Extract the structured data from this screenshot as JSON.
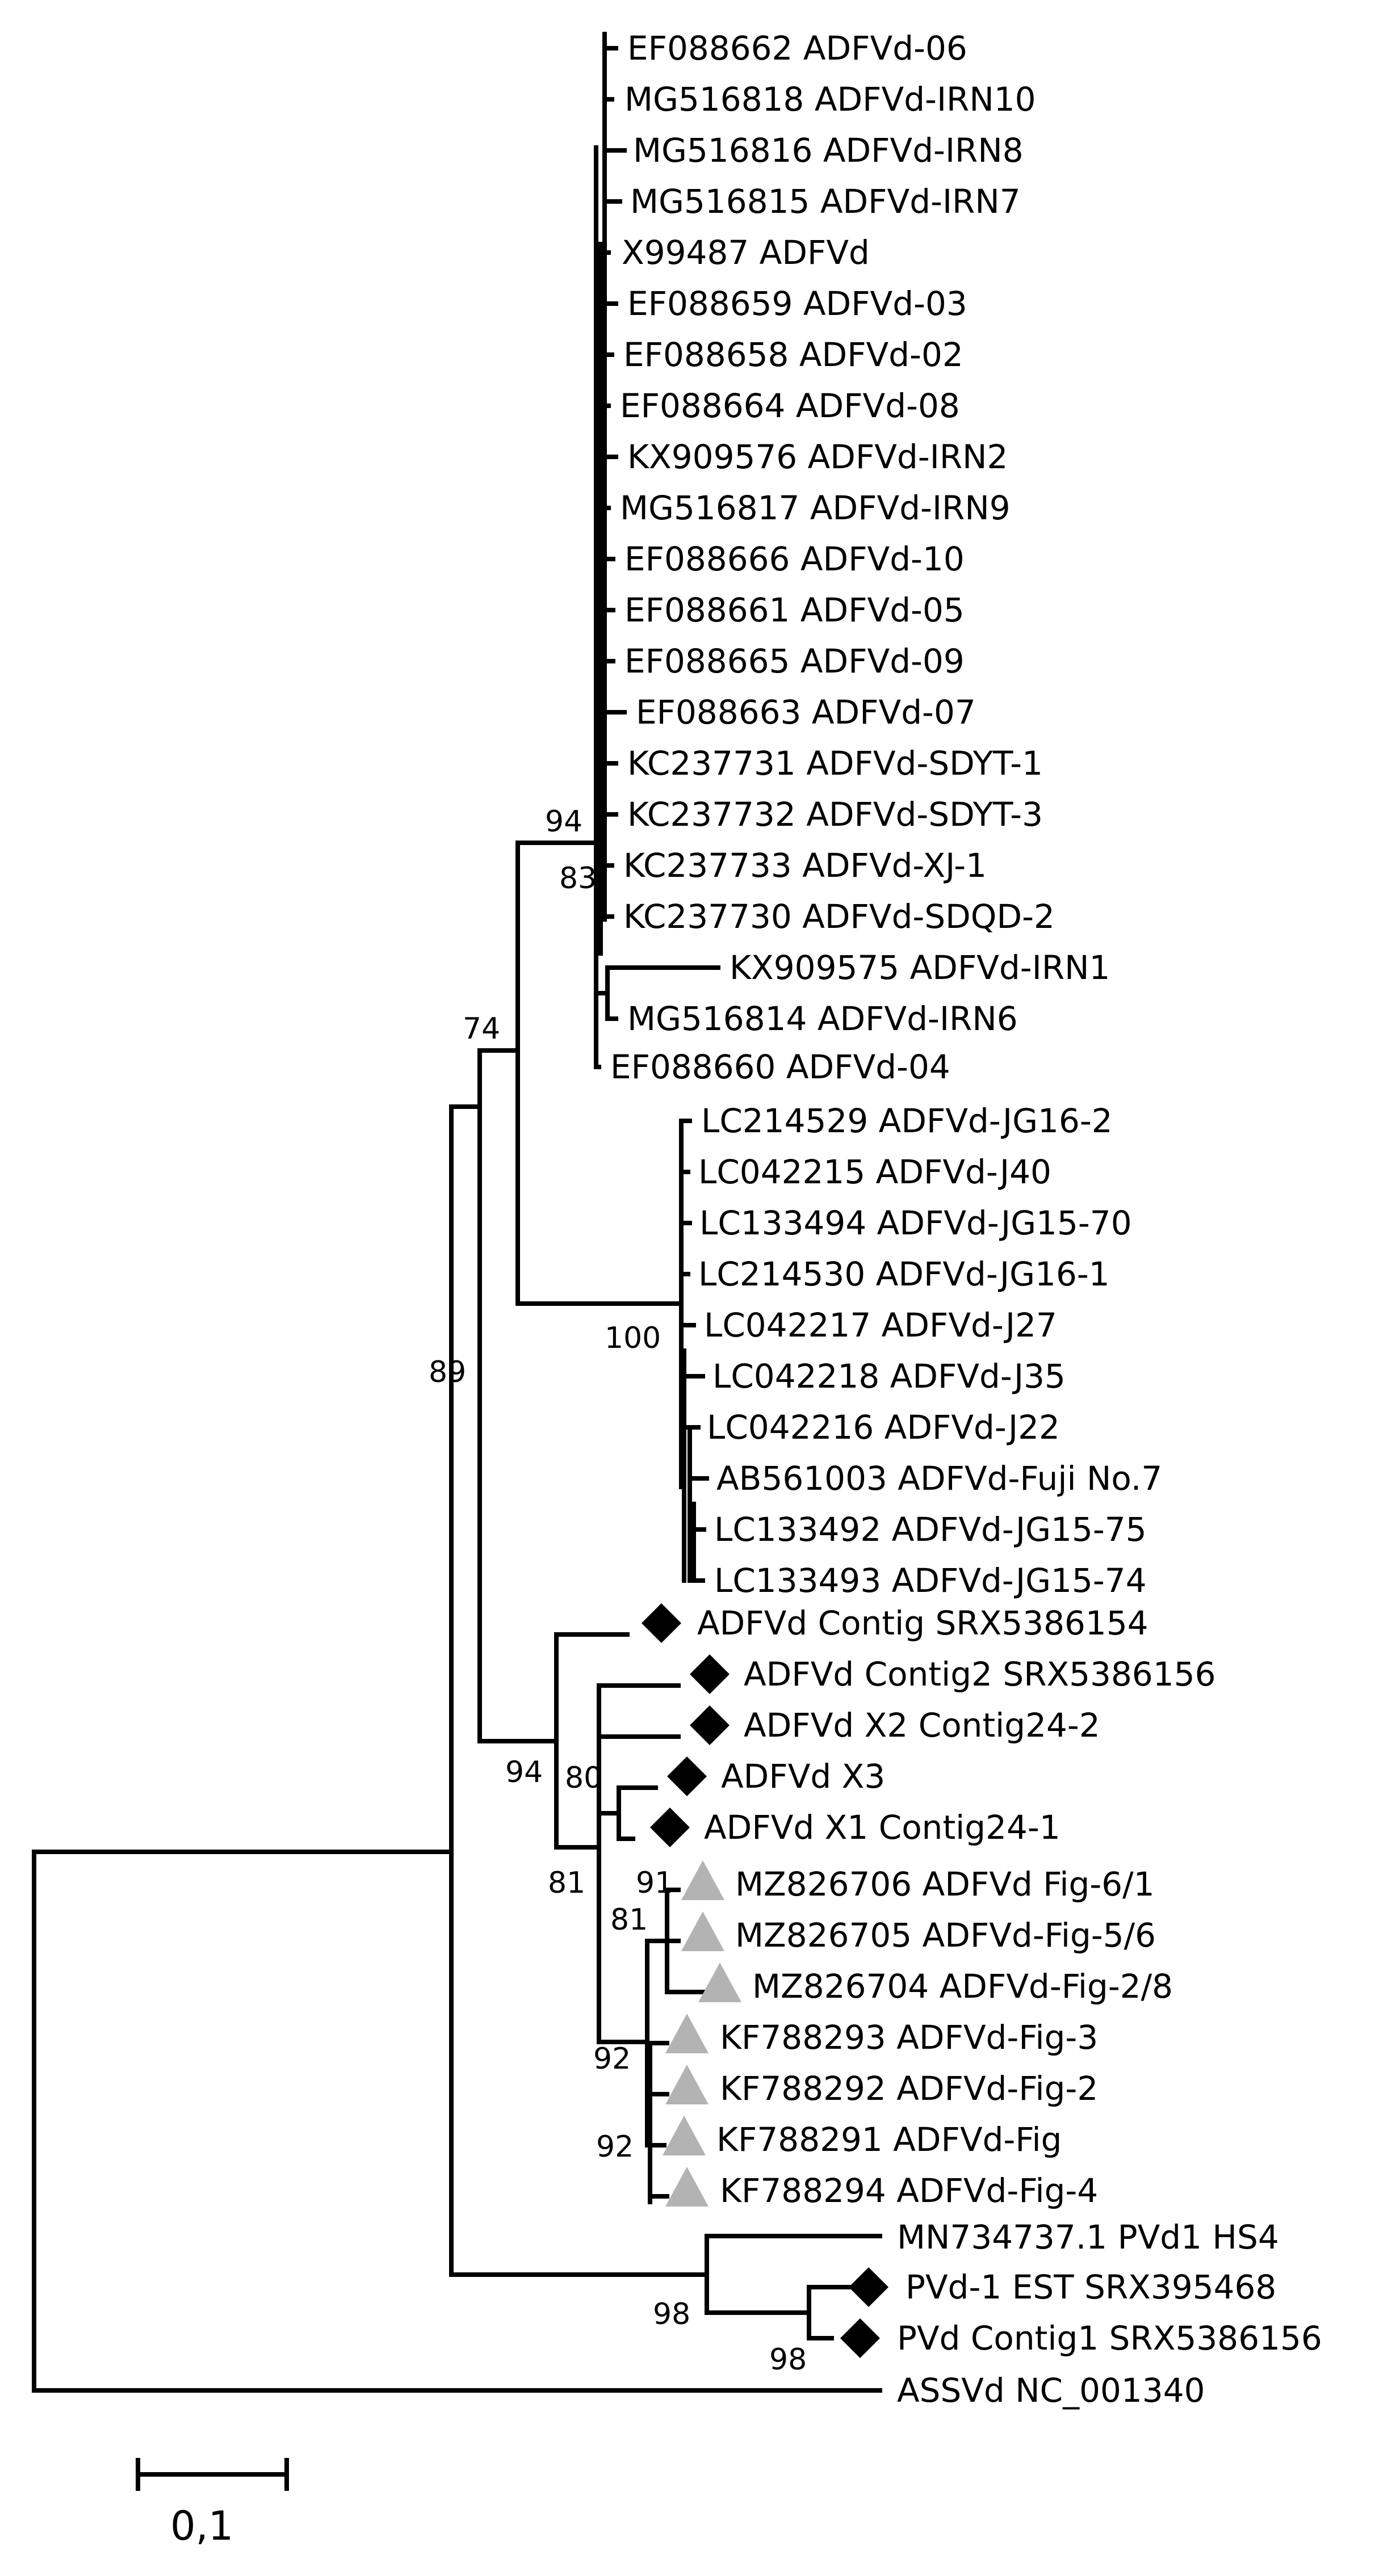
{
  "tree": {
    "leaves": [
      {
        "label": "EF088662 ADFVd-06"
      },
      {
        "label": "MG516818 ADFVd-IRN10"
      },
      {
        "label": "MG516816 ADFVd-IRN8"
      },
      {
        "label": "MG516815 ADFVd-IRN7"
      },
      {
        "label": "X99487 ADFVd"
      },
      {
        "label": "EF088659 ADFVd-03"
      },
      {
        "label": "EF088658 ADFVd-02"
      },
      {
        "label": "EF088664 ADFVd-08"
      },
      {
        "label": "KX909576 ADFVd-IRN2"
      },
      {
        "label": "MG516817 ADFVd-IRN9"
      },
      {
        "label": "EF088666 ADFVd-10"
      },
      {
        "label": "EF088661 ADFVd-05"
      },
      {
        "label": "EF088665 ADFVd-09"
      },
      {
        "label": "EF088663 ADFVd-07"
      },
      {
        "label": "KC237731 ADFVd-SDYT-1"
      },
      {
        "label": "KC237732 ADFVd-SDYT-3"
      },
      {
        "label": "KC237733 ADFVd-XJ-1"
      },
      {
        "label": "KC237730 ADFVd-SDQD-2"
      },
      {
        "label": "KX909575 ADFVd-IRN1"
      },
      {
        "label": "MG516814 ADFVd-IRN6"
      },
      {
        "label": "EF088660 ADFVd-04"
      },
      {
        "label": "LC214529 ADFVd-JG16-2"
      },
      {
        "label": "LC042215 ADFVd-J40"
      },
      {
        "label": "LC133494 ADFVd-JG15-70"
      },
      {
        "label": "LC214530 ADFVd-JG16-1"
      },
      {
        "label": "LC042217 ADFVd-J27"
      },
      {
        "label": "LC042218 ADFVd-J35"
      },
      {
        "label": "LC042216 ADFVd-J22"
      },
      {
        "label": "AB561003 ADFVd-Fuji No.7"
      },
      {
        "label": "LC133492 ADFVd-JG15-75"
      },
      {
        "label": "LC133493 ADFVd-JG15-74"
      },
      {
        "label": "ADFVd Contig SRX5386154",
        "marker": "black-diamond"
      },
      {
        "label": "ADFVd Contig2 SRX5386156",
        "marker": "black-diamond"
      },
      {
        "label": "ADFVd X2 Contig24-2",
        "marker": "black-diamond"
      },
      {
        "label": "ADFVd X3",
        "marker": "black-diamond"
      },
      {
        "label": "ADFVd X1 Contig24-1",
        "marker": "black-diamond"
      },
      {
        "label": "MZ826706 ADFVd Fig-6/1",
        "marker": "gray-triangle"
      },
      {
        "label": "MZ826705 ADFVd-Fig-5/6",
        "marker": "gray-triangle"
      },
      {
        "label": "MZ826704 ADFVd-Fig-2/8",
        "marker": "gray-triangle"
      },
      {
        "label": "KF788293 ADFVd-Fig-3",
        "marker": "gray-triangle"
      },
      {
        "label": "KF788292 ADFVd-Fig-2",
        "marker": "gray-triangle"
      },
      {
        "label": "KF788291 ADFVd-Fig",
        "marker": "gray-triangle"
      },
      {
        "label": "KF788294 ADFVd-Fig-4",
        "marker": "gray-triangle"
      },
      {
        "label": "MN734737.1 PVd1 HS4"
      },
      {
        "label": "PVd-1 EST SRX395468",
        "marker": "black-diamond"
      },
      {
        "label": "PVd Contig1 SRX5386156",
        "marker": "black-diamond"
      },
      {
        "label": "ASSVd NC_001340"
      }
    ],
    "bootstrap": [
      "94",
      "83",
      "74",
      "100",
      "89",
      "94",
      "80",
      "81",
      "91",
      "81",
      "92",
      "92",
      "98",
      "98"
    ],
    "scale_label": "0,1",
    "marker_colors": {
      "black-diamond": "#000000",
      "gray-triangle": "#b3b3b3"
    }
  }
}
